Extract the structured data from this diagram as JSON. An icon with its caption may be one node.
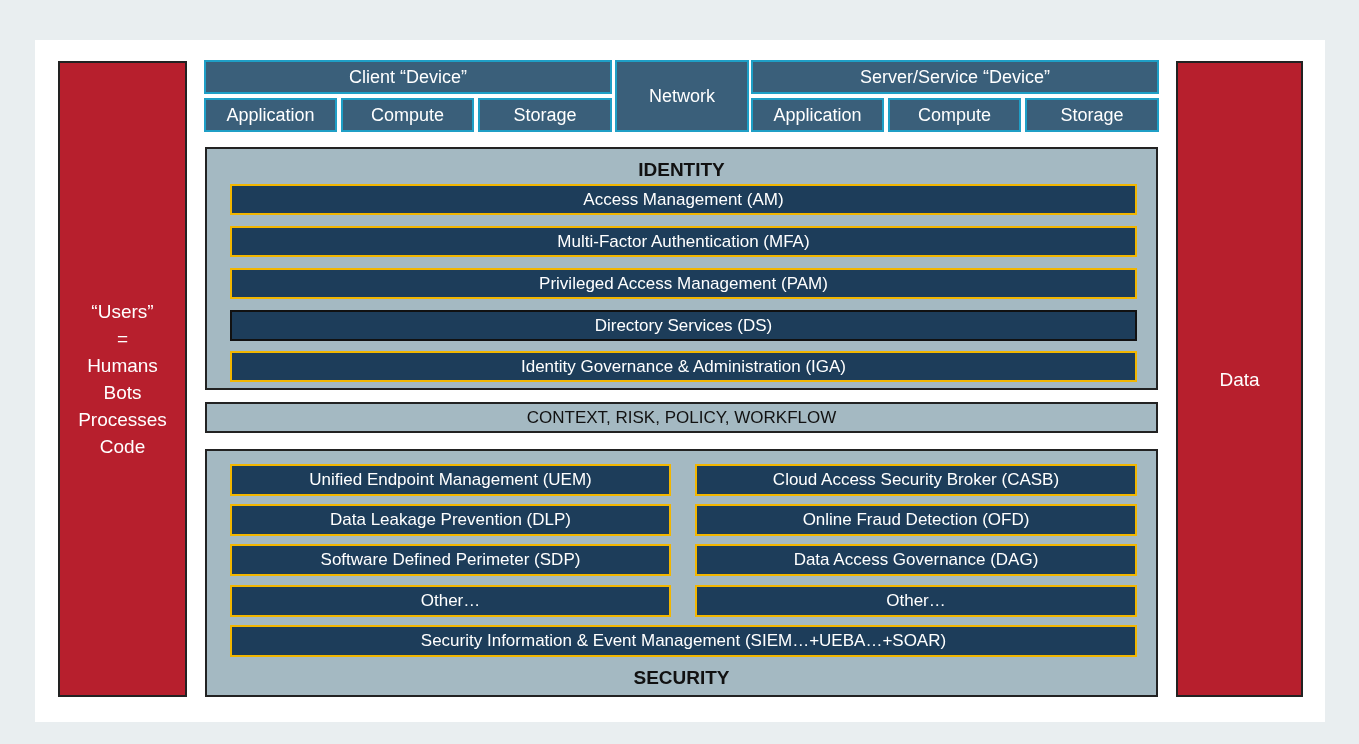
{
  "diagram": {
    "nodes": [
      {
        "text": [
          "“Users”",
          "=",
          "Humans",
          "Bots",
          "Processes",
          "Code"
        ]
      },
      {
        "text": [
          "Client “Device”"
        ]
      },
      {
        "text": [
          "Application"
        ]
      },
      {
        "text": [
          "Compute"
        ]
      },
      {
        "text": [
          "Storage"
        ]
      },
      {
        "text": [
          "Network"
        ]
      },
      {
        "text": [
          "Server/Service “Device”"
        ]
      },
      {
        "text": [
          "Application"
        ]
      },
      {
        "text": [
          "Compute"
        ]
      },
      {
        "text": [
          "Storage"
        ]
      },
      {
        "text": [
          "IDENTITY"
        ]
      },
      {
        "text": [
          "Access Management (AM)"
        ],
        "in": 10
      },
      {
        "text": [
          "Multi-Factor Authentication (MFA)"
        ],
        "in": 10
      },
      {
        "text": [
          "Privileged Access Management (PAM)"
        ],
        "in": 10
      },
      {
        "text": [
          "Directory Services (DS)"
        ],
        "in": 10
      },
      {
        "text": [
          "Identity Governance & Administration (IGA)"
        ],
        "in": 10
      },
      {
        "text": [
          "CONTEXT, RISK, POLICY, WORKFLOW"
        ]
      },
      {
        "text": [
          "SECURITY"
        ]
      },
      {
        "text": [
          "Unified Endpoint Management (UEM)"
        ],
        "in": 17
      },
      {
        "text": [
          "Cloud Access Security Broker (CASB)"
        ],
        "in": 17
      },
      {
        "text": [
          "Data Leakage Prevention (DLP)"
        ],
        "in": 17
      },
      {
        "text": [
          "Online Fraud Detection (OFD)"
        ],
        "in": 17
      },
      {
        "text": [
          "Software Defined Perimeter (SDP)"
        ],
        "in": 17
      },
      {
        "text": [
          "Data Access Governance (DAG)"
        ],
        "in": 17
      },
      {
        "text": [
          "Other…"
        ],
        "in": 17
      },
      {
        "text": [
          "Other…"
        ],
        "in": 17
      },
      {
        "text": [
          "Security Information & Event Management (SIEM…+UEBA…+SOAR)"
        ],
        "in": 17
      },
      {
        "text": [
          "Data"
        ]
      }
    ]
  }
}
